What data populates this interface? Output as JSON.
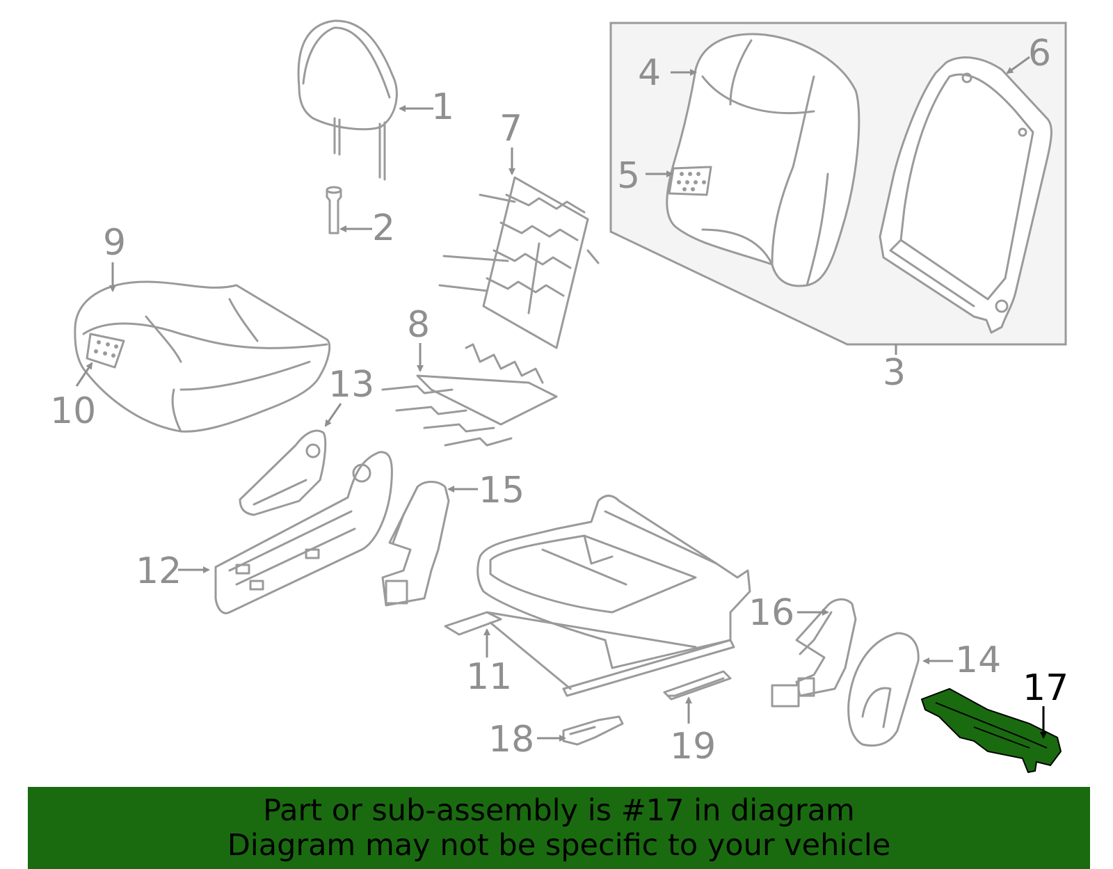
{
  "callouts": [
    "1",
    "2",
    "3",
    "4",
    "5",
    "6",
    "7",
    "8",
    "9",
    "10",
    "11",
    "12",
    "13",
    "14",
    "15",
    "16",
    "17",
    "18",
    "19"
  ],
  "highlight": {
    "part_number": "17",
    "color": "#1a6b10"
  },
  "banner": {
    "line1": "Part or sub-assembly is #17 in diagram",
    "line2": "Diagram may not be specific to your vehicle",
    "background": "#1a6b10"
  },
  "colors": {
    "line": "#9a9a9a",
    "inset_background": "#f4f4f4",
    "highlight_text": "#000000"
  }
}
